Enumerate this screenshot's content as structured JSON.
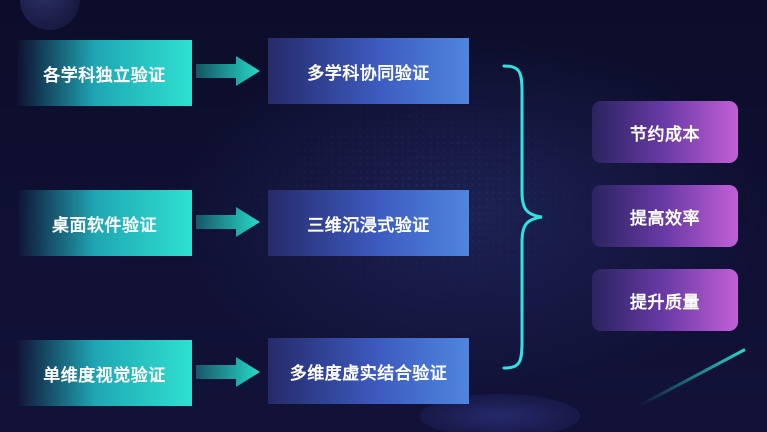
{
  "diagram": {
    "sources": [
      "各学科独立验证",
      "桌面软件验证",
      "单维度视觉验证"
    ],
    "targets": [
      "多学科协同验证",
      "三维沉浸式验证",
      "多维度虚实结合验证"
    ],
    "benefits": [
      "节约成本",
      "提高效率",
      "提升质量"
    ]
  },
  "colors": {
    "source_gradient_end": "#2fe0cf",
    "target_gradient_end": "#4f86de",
    "benefit_gradient_end": "#c35fd6",
    "arrow": "#25d9c8",
    "brace": "#2fe3e0",
    "background": "#0f1033"
  }
}
